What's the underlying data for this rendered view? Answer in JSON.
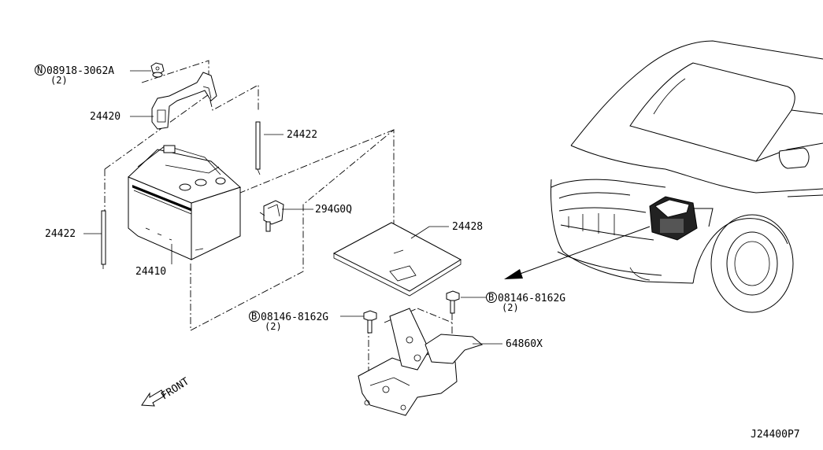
{
  "diagram_code": "J24400P7",
  "front_label": "FRONT",
  "parts": [
    {
      "ref": "08918-3062A",
      "prefix": "N",
      "qty": "(2)"
    },
    {
      "ref": "24420"
    },
    {
      "ref": "24422"
    },
    {
      "ref": "24422"
    },
    {
      "ref": "294G0Q"
    },
    {
      "ref": "24428"
    },
    {
      "ref": "24410"
    },
    {
      "ref": "08146-8162G",
      "prefix": "B",
      "qty": "(2)"
    },
    {
      "ref": "08146-8162G",
      "prefix": "B",
      "qty": "(2)"
    },
    {
      "ref": "64860X"
    }
  ]
}
